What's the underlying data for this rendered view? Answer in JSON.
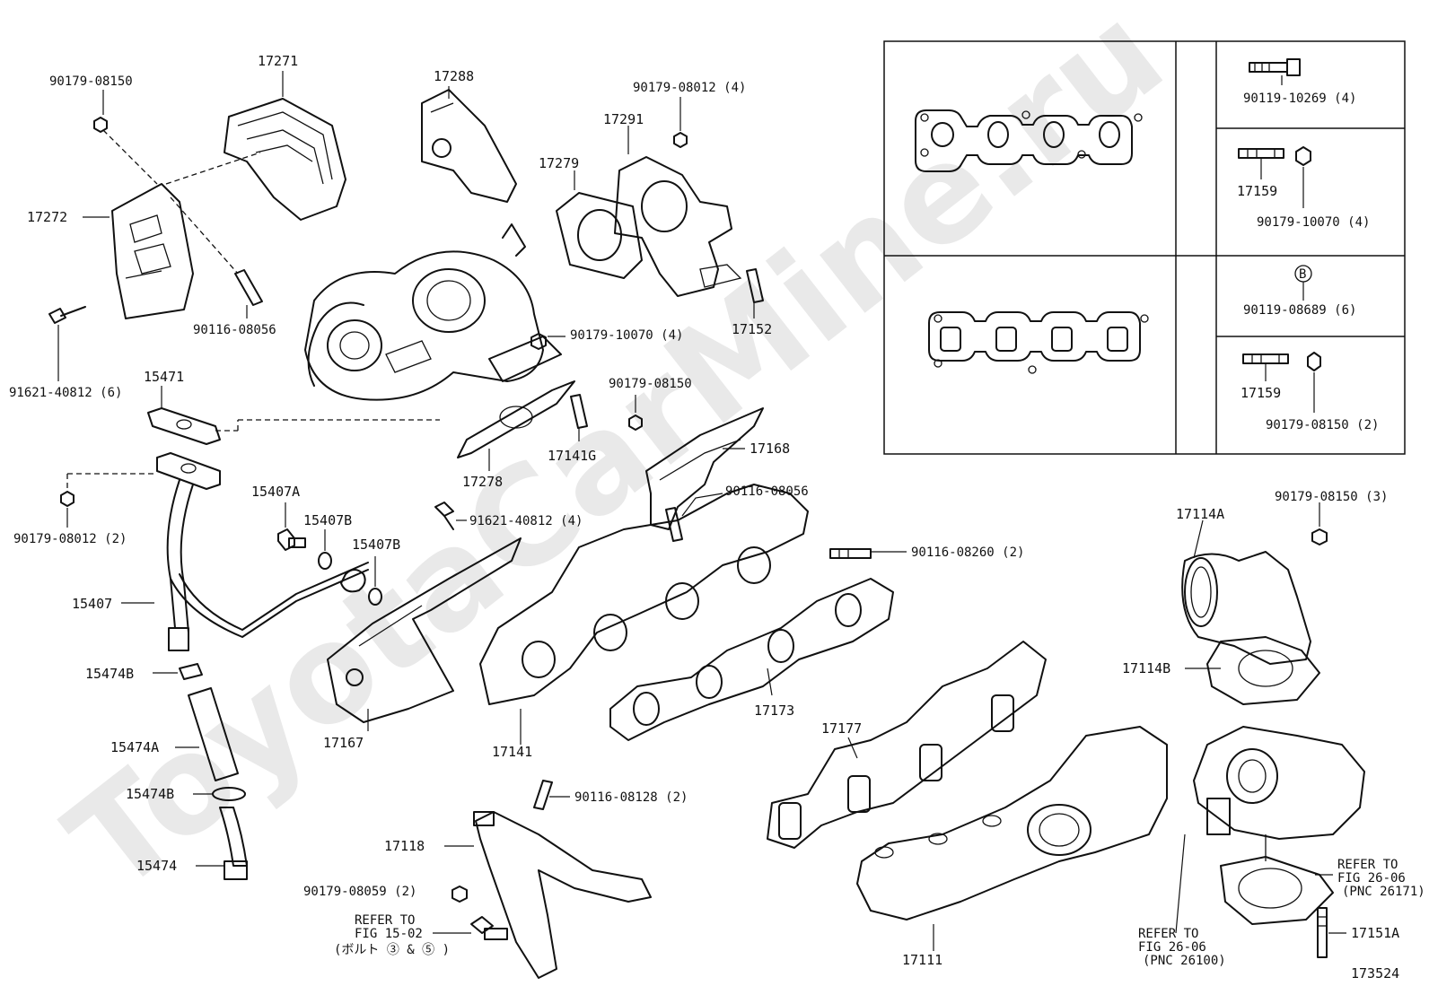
{
  "watermark": "ToyotaCarMine.ru",
  "figure_number": "173524",
  "labels": {
    "p90179_08150_top": "90179-08150",
    "p17271": "17271",
    "p17288": "17288",
    "p90179_08012_4": "90179-08012 (4)",
    "p17291": "17291",
    "p17279": "17279",
    "p17272": "17272",
    "p90116_08056_a": "90116-08056",
    "p91621_40812_6": "91621-40812 (6)",
    "p90179_10070_4": "90179-10070 (4)",
    "p17152": "17152",
    "p15471": "15471",
    "p90179_08150_mid": "90179-08150",
    "p17168": "17168",
    "p17141G": "17141G",
    "p17278": "17278",
    "p90116_08056_b": "90116-08056",
    "p15407A": "15407A",
    "p15407B_a": "15407B",
    "p15407B_b": "15407B",
    "p91621_40812_4": "91621-40812 (4)",
    "p90179_08012_2": "90179-08012 (2)",
    "p90116_08260_2": "90116-08260 (2)",
    "p15407": "15407",
    "p15474B_a": "15474B",
    "p15474A": "15474A",
    "p15474B_b": "15474B",
    "p15474": "15474",
    "p17167": "17167",
    "p17141": "17141",
    "p17173": "17173",
    "p17177": "17177",
    "p90116_08128_2": "90116-08128 (2)",
    "p17118": "17118",
    "p90179_08059_2": "90179-08059 (2)",
    "refer_fig15_line1": "REFER TO",
    "refer_fig15_line2": "FIG 15-02",
    "refer_fig15_line3": "(ボルト ③ & ⑤ )",
    "p17111": "17111",
    "p90179_08150_3": "90179-08150 (3)",
    "p17114A": "17114A",
    "p17114B": "17114B",
    "refer_fig26_right_line1": "REFER TO",
    "refer_fig26_right_line2": "FIG 26-06",
    "refer_fig26_right_line3": "(PNC 26171)",
    "refer_fig26_bottom_line1": "REFER TO",
    "refer_fig26_bottom_line2": "FIG 26-06",
    "refer_fig26_bottom_line3": "(PNC 26100)",
    "p17151A": "17151A"
  },
  "inset_table": {
    "p90119_10269_4": "90119-10269 (4)",
    "p17159_a": "17159",
    "p90179_10070_4": "90179-10070 (4)",
    "marker_B": "B",
    "p90119_08689_6": "90119-08689 (6)",
    "p17159_b": "17159",
    "p90179_08150_2": "90179-08150 (2)"
  }
}
